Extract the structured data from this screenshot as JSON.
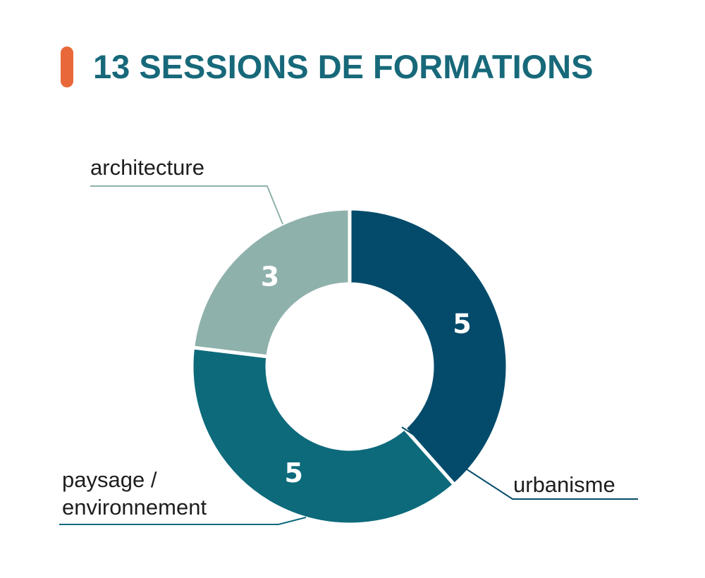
{
  "title": "13 SESSIONS DE FORMATIONS",
  "colors": {
    "accent": "#e8683a",
    "title": "#17697a",
    "urbanisme": "#044b6b",
    "paysage_environnement": "#0c6a7b",
    "architecture": "#8fb1ab"
  },
  "chart_data": {
    "type": "pie",
    "variant": "donut",
    "title": "13 SESSIONS DE FORMATIONS",
    "categories": [
      "urbanisme",
      "paysage / environnement",
      "architecture"
    ],
    "values": [
      5,
      5,
      3
    ],
    "label_lines": [
      [
        "urbanisme"
      ],
      [
        "paysage /",
        "environnement"
      ],
      [
        "architecture"
      ]
    ],
    "colors": [
      "#044b6b",
      "#0c6a7b",
      "#8fb1ab"
    ],
    "total": 13
  }
}
